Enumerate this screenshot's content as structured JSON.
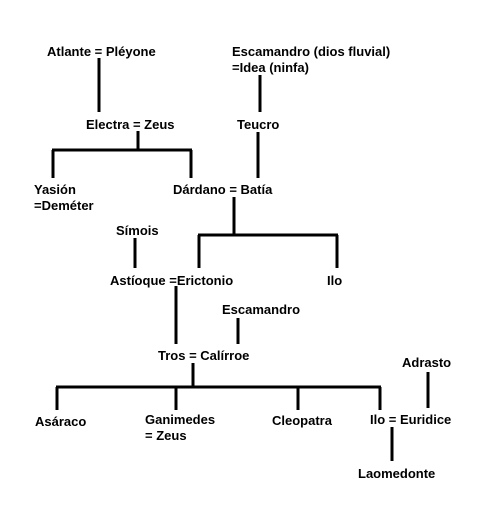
{
  "nodes": {
    "atlante_pleyone": "Atlante = Pléyone",
    "escamandro_idea_line1": "Escamandro (dios fluvial)",
    "escamandro_idea_line2": "=Idea (ninfa)",
    "electra_zeus": "Electra = Zeus",
    "teucro": "Teucro",
    "yasion_line1": "Yasión",
    "yasion_line2": "=Deméter",
    "dardano_batia": "Dárdano = Batía",
    "simois": "Símois",
    "astioque_erictonio": "Astíoque =Erictonio",
    "ilo_1": "Ilo",
    "escamandro": "Escamandro",
    "tros_calirroe": "Tros = Calírroe",
    "adrasto": "Adrasto",
    "asaraco": "Asáraco",
    "ganimedes_line1": "Ganimedes",
    "ganimedes_line2": "= Zeus",
    "cleopatra": "Cleopatra",
    "ilo_euridice": "Ilo = Euridice",
    "laomedonte": "Laomedonte"
  }
}
